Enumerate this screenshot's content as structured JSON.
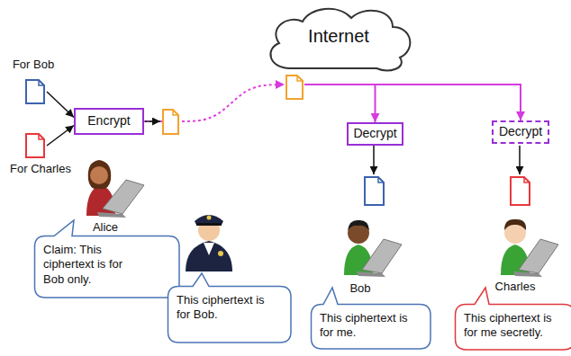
{
  "diagram": {
    "nodes": [
      {
        "text": [
          "For Bob"
        ]
      },
      {
        "text": [
          "For Charles"
        ]
      },
      {
        "text": [
          "Encrypt"
        ]
      },
      {
        "text": [
          "Internet"
        ]
      },
      {
        "text": [
          "Decrypt"
        ]
      },
      {
        "text": [
          "Decrypt"
        ]
      },
      {
        "text": [
          "Claim: This ciphertext is for Bob only."
        ]
      },
      {
        "text": [
          "This ciphertext is for Bob."
        ]
      },
      {
        "text": [
          "This ciphertext is for me."
        ]
      },
      {
        "text": [
          "This ciphertext is for me secretly."
        ]
      }
    ],
    "edges": [
      {
        "from": 0,
        "to": 2,
        "arrow": "to"
      },
      {
        "from": 1,
        "to": 2,
        "arrow": "to"
      },
      {
        "from": 2,
        "to": 3,
        "arrow": "to"
      },
      {
        "from": 3,
        "to": 4,
        "arrow": "to"
      },
      {
        "from": 3,
        "to": 5,
        "arrow": "to"
      }
    ],
    "labels": [
      "Alice",
      "Bob",
      "Charles"
    ]
  }
}
